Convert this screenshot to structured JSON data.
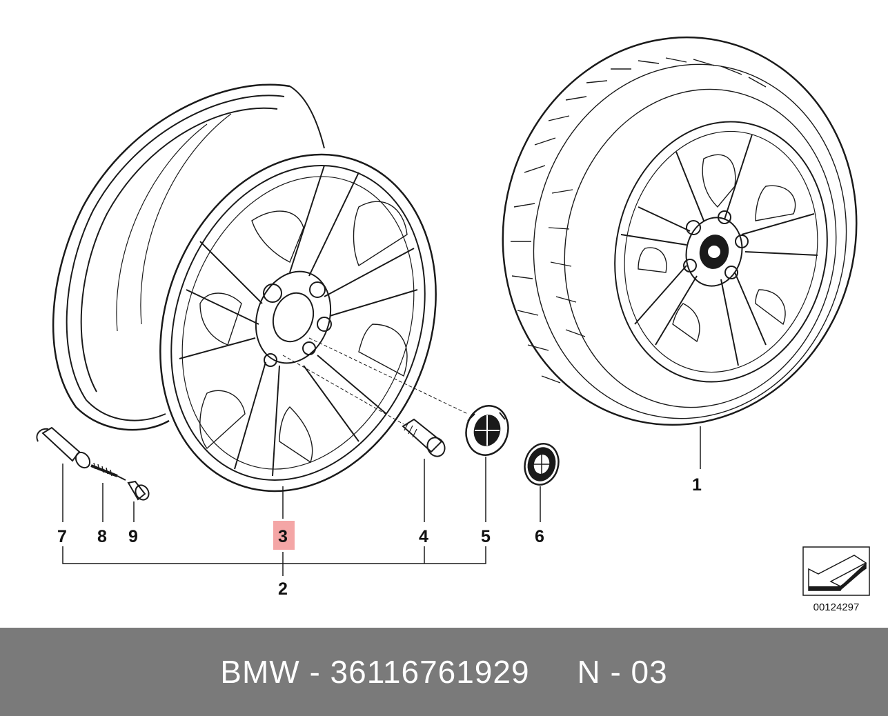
{
  "diagram": {
    "callouts": {
      "c1": "1",
      "c2": "2",
      "c3": "3",
      "c4": "4",
      "c5": "5",
      "c6": "6",
      "c7": "7",
      "c8": "8",
      "c9": "9"
    },
    "highlight_color": "#f4a6a6",
    "highlighted_callout": "3",
    "reference_number": "00124297",
    "icons": [
      "wheel-rim-icon",
      "wheel-with-tire-icon",
      "valve-stem-icon",
      "valve-core-icon",
      "valve-cap-icon",
      "wheel-bolt-icon",
      "center-cap-icon",
      "emblem-icon",
      "arrow-icon"
    ]
  },
  "footer": {
    "text": "BMW - 36116761929     N - 03",
    "background_color": "#7a7a7a"
  }
}
